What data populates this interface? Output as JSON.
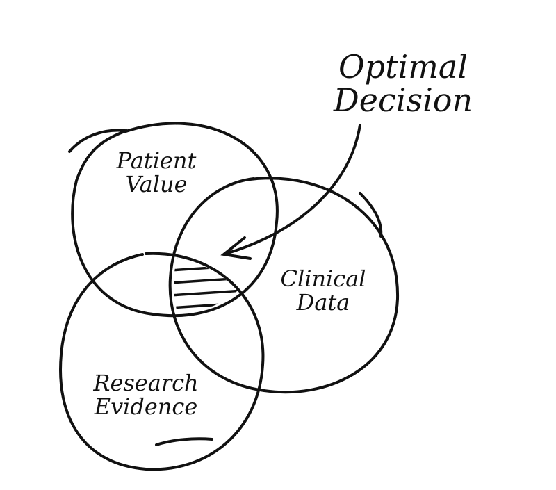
{
  "title": {
    "line1": "Optimal",
    "line2": "Decision"
  },
  "circles": [
    {
      "id": "patient",
      "line1": "Patient",
      "line2": "Value"
    },
    {
      "id": "clinical",
      "line1": "Clinical",
      "line2": "Data"
    },
    {
      "id": "research",
      "line1": "Research",
      "line2": "Evidence"
    }
  ],
  "colors": {
    "ink": "#111111",
    "background": "#ffffff"
  }
}
